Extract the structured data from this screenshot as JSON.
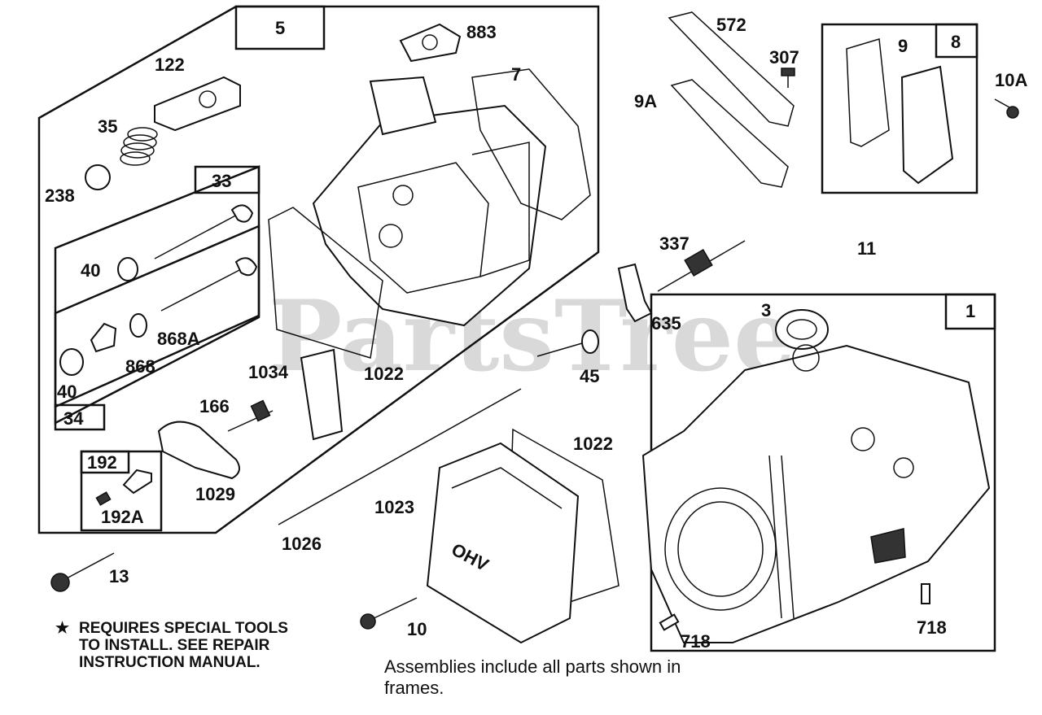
{
  "watermark": "PartsTree",
  "frames": {
    "f5": "5",
    "f33": "33",
    "f34": "34",
    "f192": "192",
    "f8": "8",
    "f1": "1"
  },
  "labels": {
    "p883": "883",
    "p7": "7",
    "p122": "122",
    "p35": "35",
    "p238": "238",
    "p40a": "40",
    "p868A": "868A",
    "p868": "868",
    "p40b": "40",
    "p1034": "1034",
    "p1022a": "1022",
    "p166": "166",
    "p1029": "1029",
    "p192A": "192A",
    "p572": "572",
    "p307": "307",
    "p9A": "9A",
    "p9": "9",
    "p10A": "10A",
    "p11": "11",
    "p337": "337",
    "p635": "635",
    "p45": "45",
    "p3": "3",
    "p1022b": "1022",
    "p1023": "1023",
    "p1026": "1026",
    "p13": "13",
    "p10": "10",
    "p718a": "718",
    "p718b": "718"
  },
  "cover_text": "OHV",
  "note": {
    "star": "★",
    "line1": "REQUIRES SPECIAL TOOLS",
    "line2": "TO INSTALL.  SEE REPAIR",
    "line3": "INSTRUCTION MANUAL."
  },
  "caption": {
    "line1": "Assemblies include all parts shown in",
    "line2": "frames."
  }
}
